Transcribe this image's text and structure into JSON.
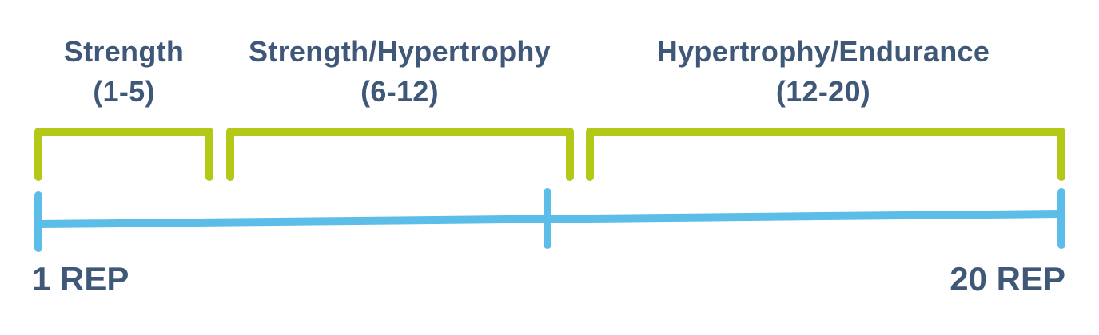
{
  "zones": [
    {
      "name": "Strength",
      "range": "(1-5)"
    },
    {
      "name": "Strength/Hypertrophy",
      "range": "(6-12)"
    },
    {
      "name": "Hypertrophy/Endurance",
      "range": "(12-20)"
    }
  ],
  "scale": {
    "start_label": "1 REP",
    "end_label": "20 REP"
  },
  "colors": {
    "text": "#3f5878",
    "bracket": "#b3c817",
    "scale_line": "#5bbde8"
  }
}
